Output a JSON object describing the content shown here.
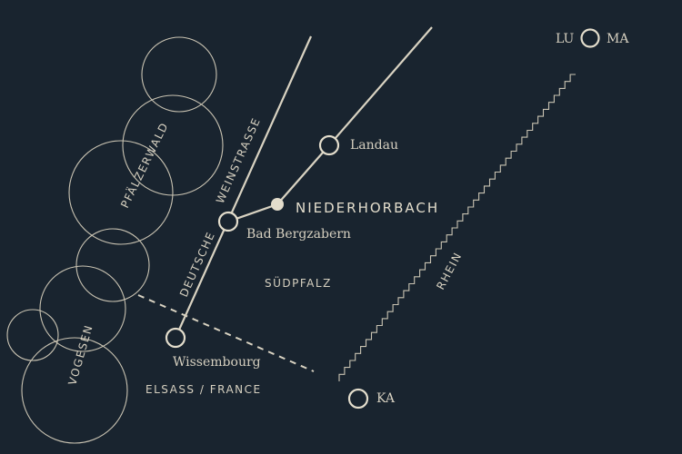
{
  "colors": {
    "background": "#19242f",
    "ink": "#d9d3c2",
    "highlight": "#e3ddcc"
  },
  "places": {
    "luma_left": "LU",
    "luma_right": "MA",
    "landau": "Landau",
    "niederhorbach": "NIEDERHORBACH",
    "bad_bergzabern": "Bad Bergzabern",
    "wissembourg": "Wissembourg",
    "ka": "KA"
  },
  "regions": {
    "suedpfalz": "SÜDPFALZ",
    "elsass": "ELSASS / FRANCE",
    "pfaelzerwald": "PFÄLZERWALD",
    "vogesen": "VOGESEN",
    "deutsche": "DEUTSCHE",
    "weinstrasse": "WEINSTRASSE",
    "rhein": "RHEIN"
  }
}
